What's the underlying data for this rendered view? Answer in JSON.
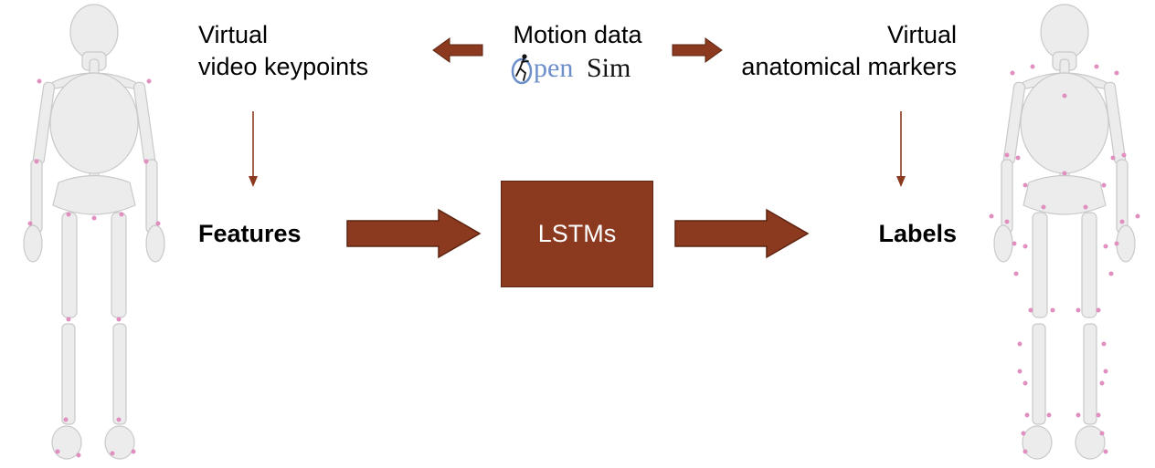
{
  "colors": {
    "arrow": "#8b3a1f",
    "arrow_stroke": "#5e2412",
    "box": "#8b3a1f",
    "bone": "#ececec",
    "bone_stroke": "#c9c9c9",
    "marker": "#e08fc0",
    "opensim_blue": "#6c8fca"
  },
  "left": {
    "title_line1": "Virtual",
    "title_line2": "video keypoints",
    "features": "Features"
  },
  "center": {
    "motion": "Motion data",
    "logo_o": "O",
    "logo_pen": "pen",
    "logo_sim": "Sim",
    "lstm": "LSTMs"
  },
  "right": {
    "title_line1": "Virtual",
    "title_line2": "anatomical markers",
    "labels": "Labels"
  },
  "icons": [
    "skeleton-icon",
    "opensim-runner-icon"
  ]
}
